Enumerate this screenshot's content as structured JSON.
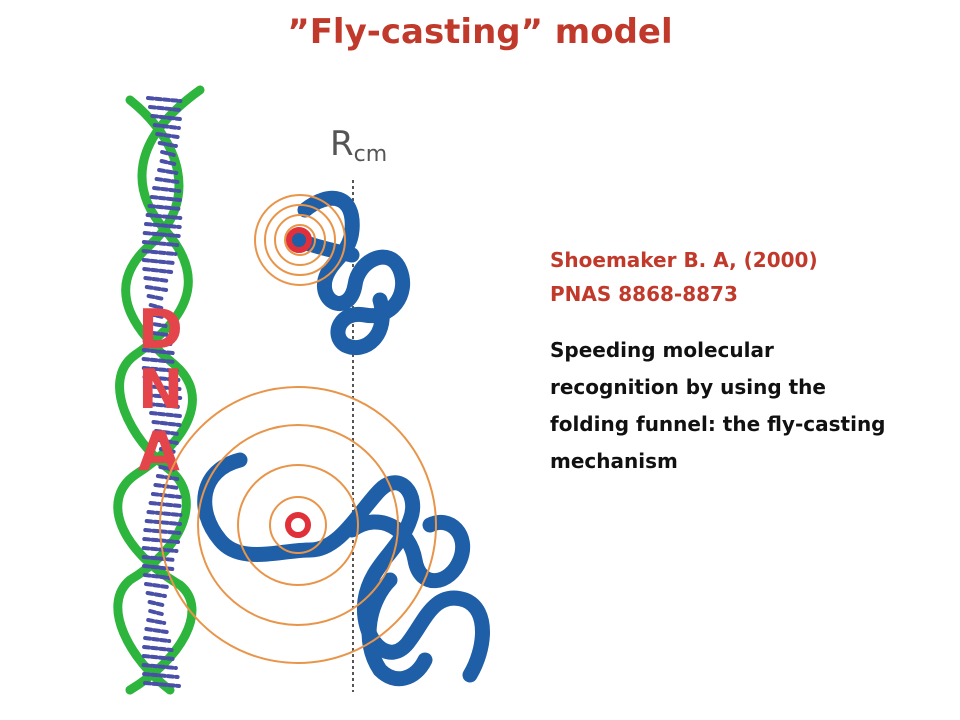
{
  "slide": {
    "title": "”Fly-casting” model",
    "title_color": "#c0392b"
  },
  "figure": {
    "axis_label": "R",
    "axis_subscript": "cm",
    "dna_letters": [
      "D",
      "N",
      "A"
    ],
    "colors": {
      "dna_strand": "#2db53d",
      "dna_bases": "#4a4fa8",
      "letters": "#e4454a",
      "protein": "#1e5fa8",
      "protein_dark": "#17477e",
      "rings": "#e8954a",
      "center": "#e0303a",
      "axis": "#555555"
    }
  },
  "reference": {
    "author_line": "Shoemaker B. A, (2000)",
    "journal_line": "PNAS 8868-8873",
    "color": "#c0392b"
  },
  "description": {
    "lines": [
      "Speeding molecular",
      "recognition by using the",
      "folding funnel: the fly-casting",
      "mechanism"
    ]
  }
}
